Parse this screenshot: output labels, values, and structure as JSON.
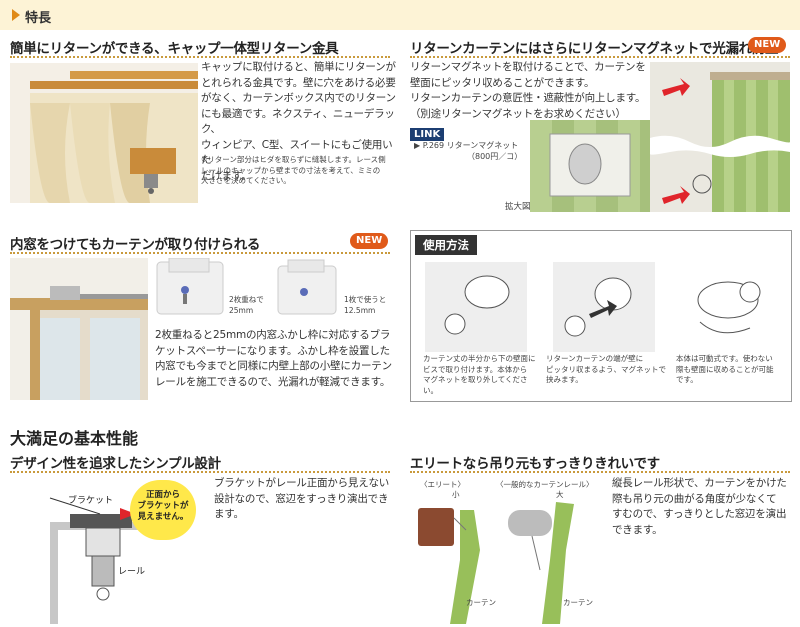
{
  "header": {
    "label": "特長"
  },
  "sec1": {
    "title": "簡単にリターンができる、キャップ一体型リターン金具",
    "body": [
      "キャップに取付けると、簡単にリターンが",
      "とれられる金具です。壁に穴をあける必要",
      "がなく、カーテンボックス内でのリターン",
      "にも最適です。ネクスティ、ニューデラック、",
      "ウィンピア、C型、スイートにもご使用いた",
      "だけます。"
    ],
    "note": [
      "※リターン部分はヒダを取らずに縫製します。レース側",
      "レールのキャップから壁までの寸法を考えて、ミミの",
      "大きさを決めてください。"
    ]
  },
  "sec2": {
    "title": "リターンカーテンにはさらにリターンマグネットで光漏れ防止",
    "new": "NEW",
    "body": [
      "リターンマグネットを取付けることで、カーテンを",
      "壁面にピッタリ収めることができます。",
      "リターンカーテンの意匠性・遮蔽性が向上します。",
      "（別途リターンマグネットをお求めください）"
    ],
    "link_label": "LINK",
    "link_text": "▶ P.269 リターンマグネット",
    "price": "（800円／コ）",
    "zoom_label": "拡大図"
  },
  "sec3": {
    "title": "内窓をつけてもカーテンが取り付けられる",
    "new": "NEW",
    "label_two": [
      "2枚重ねで",
      "25mm"
    ],
    "label_one": [
      "1枚で使うと",
      "12.5mm"
    ],
    "body": [
      "2枚重ねると25mmの内窓ふかし枠に対応するブラ",
      "ケットスペーサーになります。ふかし枠を設置した",
      "内窓でも今までと同様に内壁上部の小壁にカーテン",
      "レールを施工できるので、光漏れが軽減できます。"
    ]
  },
  "usage": {
    "title": "使用方法",
    "steps": [
      [
        "カーテン丈の半分から下の壁面に",
        "ビスで取り付けます。本体から",
        "マグネットを取り外してください。"
      ],
      [
        "リターンカーテンの端が壁に",
        "ピッタリ収まるよう、マグネットで",
        "挟みます。"
      ],
      [
        "本体は可動式です。使わない",
        "際も壁面に収めることが可能",
        "です。"
      ]
    ]
  },
  "perf": {
    "title": "大満足の基本性能",
    "design": {
      "title": "デザイン性を追求したシンプル設計",
      "bracket_label": "ブラケット",
      "rail_label": "レール",
      "callout": [
        "正面から",
        "ブラケットが",
        "見えません。"
      ],
      "body": [
        "ブラケットがレール正面から見えない",
        "設計なので、窓辺をすっきり演出でき",
        "ます。"
      ]
    },
    "elite": {
      "title": "エリートなら吊り元もすっきりきれいです",
      "label_elite": "〈エリート〉",
      "label_general": "〈一般的なカーテンレール〉",
      "small": "小",
      "large": "大",
      "curtain": "カーテン",
      "body": [
        "縦長レール形状で、カーテンをかけた",
        "際も吊り元の曲がる角度が少なくて",
        "すむので、すっきりとした窓辺を演出",
        "できます。"
      ]
    }
  }
}
